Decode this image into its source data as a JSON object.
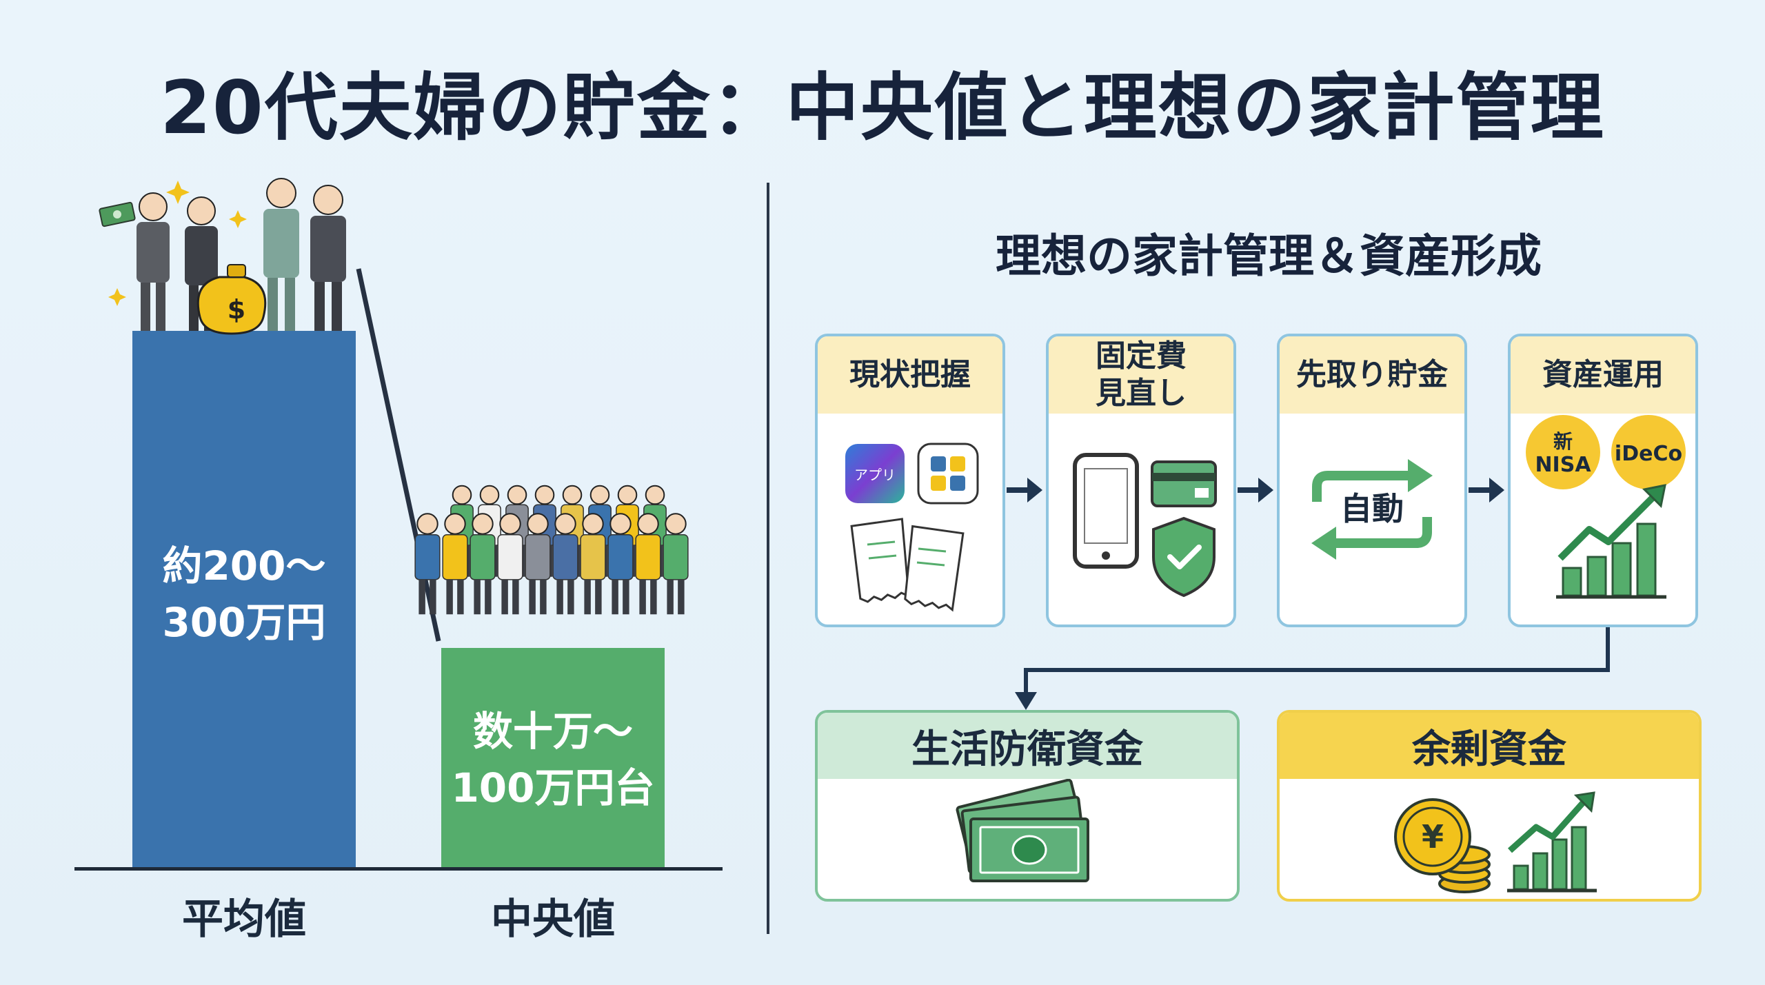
{
  "title": "20代夫婦の貯金：中央値と理想の家計管理",
  "comparison": {
    "bars": [
      {
        "category": "平均値",
        "label_line1": "約200～",
        "label_line2": "300万円",
        "color": "#3a73ad"
      },
      {
        "category": "中央値",
        "label_line1": "数十万～",
        "label_line2": "100万円台",
        "color": "#55ad6c"
      }
    ]
  },
  "management": {
    "subtitle": "理想の家計管理＆資産形成",
    "steps": [
      {
        "label_line1": "現状把握",
        "label_line2": "",
        "app_badge": "アプリ",
        "icons": [
          "app-icon",
          "grid-app-icon",
          "receipt-icon"
        ]
      },
      {
        "label_line1": "固定費",
        "label_line2": "見直し",
        "icons": [
          "smartphone-icon",
          "credit-card-icon",
          "shield-check-icon"
        ]
      },
      {
        "label_line1": "先取り貯金",
        "label_line2": "",
        "auto_label": "自動",
        "icons": [
          "auto-transfer-arrows-icon"
        ]
      },
      {
        "label_line1": "資産運用",
        "label_line2": "",
        "badge_nisa_line1": "新",
        "badge_nisa_line2": "NISA",
        "badge_ideco": "iDeCo",
        "icons": [
          "growth-chart-icon"
        ]
      }
    ],
    "funds": [
      {
        "label": "生活防衛資金",
        "header_color": "#cfead8",
        "icons": [
          "cash-stack-icon"
        ]
      },
      {
        "label": "余剰資金",
        "header_color": "#f6d44f",
        "coin_symbol": "¥",
        "icons": [
          "yen-coin-icon",
          "growth-chart-icon"
        ]
      }
    ]
  }
}
